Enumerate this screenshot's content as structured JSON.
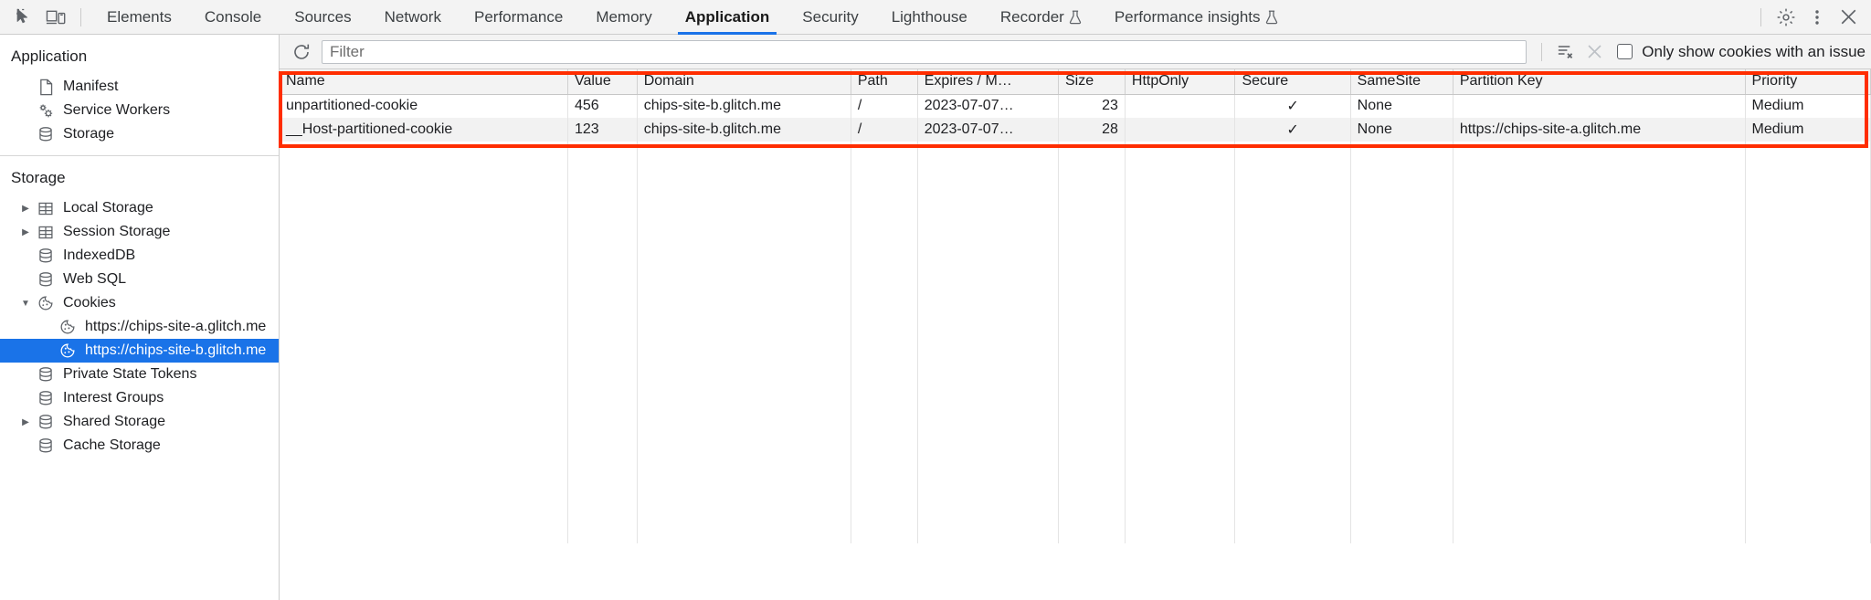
{
  "toolbar": {
    "inspect_icon": "inspect-element-icon",
    "device_icon": "device-toolbar-icon",
    "tabs": [
      {
        "label": "Elements",
        "active": false,
        "experimental": false
      },
      {
        "label": "Console",
        "active": false,
        "experimental": false
      },
      {
        "label": "Sources",
        "active": false,
        "experimental": false
      },
      {
        "label": "Network",
        "active": false,
        "experimental": false
      },
      {
        "label": "Performance",
        "active": false,
        "experimental": false
      },
      {
        "label": "Memory",
        "active": false,
        "experimental": false
      },
      {
        "label": "Application",
        "active": true,
        "experimental": false
      },
      {
        "label": "Security",
        "active": false,
        "experimental": false
      },
      {
        "label": "Lighthouse",
        "active": false,
        "experimental": false
      },
      {
        "label": "Recorder",
        "active": false,
        "experimental": true
      },
      {
        "label": "Performance insights",
        "active": false,
        "experimental": true
      }
    ],
    "settings_icon": "gear-icon",
    "more_icon": "kebab-menu-icon",
    "close_icon": "close-icon",
    "active_underline_color": "#1a73e8"
  },
  "sidebar": {
    "application": {
      "title": "Application",
      "items": [
        {
          "label": "Manifest",
          "icon": "document-icon"
        },
        {
          "label": "Service Workers",
          "icon": "gears-icon"
        },
        {
          "label": "Storage",
          "icon": "database-icon"
        }
      ]
    },
    "storage": {
      "title": "Storage",
      "items": [
        {
          "label": "Local Storage",
          "icon": "table-icon",
          "twisty": "collapsed",
          "indent": 1,
          "selected": false
        },
        {
          "label": "Session Storage",
          "icon": "table-icon",
          "twisty": "collapsed",
          "indent": 1,
          "selected": false
        },
        {
          "label": "IndexedDB",
          "icon": "database-icon",
          "twisty": "none",
          "indent": 1,
          "selected": false
        },
        {
          "label": "Web SQL",
          "icon": "database-icon",
          "twisty": "none",
          "indent": 1,
          "selected": false
        },
        {
          "label": "Cookies",
          "icon": "cookie-icon",
          "twisty": "expanded",
          "indent": 1,
          "selected": false
        },
        {
          "label": "https://chips-site-a.glitch.me",
          "icon": "cookie-icon",
          "twisty": "none",
          "indent": 2,
          "selected": false
        },
        {
          "label": "https://chips-site-b.glitch.me",
          "icon": "cookie-icon",
          "twisty": "none",
          "indent": 2,
          "selected": true
        },
        {
          "label": "Private State Tokens",
          "icon": "database-icon",
          "twisty": "none",
          "indent": 1,
          "selected": false
        },
        {
          "label": "Interest Groups",
          "icon": "database-icon",
          "twisty": "none",
          "indent": 1,
          "selected": false
        },
        {
          "label": "Shared Storage",
          "icon": "database-icon",
          "twisty": "collapsed",
          "indent": 1,
          "selected": false
        },
        {
          "label": "Cache Storage",
          "icon": "database-icon",
          "twisty": "none",
          "indent": 1,
          "selected": false
        }
      ],
      "selected_color": "#1a73e8"
    }
  },
  "filter_bar": {
    "refresh_icon": "refresh-icon",
    "filter_placeholder": "Filter",
    "filter_value": "",
    "clear_filtered_icon": "clear-filtered-cookies-icon",
    "clear_all_icon": "clear-all-cookies-icon",
    "issue_checkbox_label": "Only show cookies with an issue",
    "issue_checkbox_checked": false
  },
  "cookie_table": {
    "columns": [
      "Name",
      "Value",
      "Domain",
      "Path",
      "Expires / M…",
      "Size",
      "HttpOnly",
      "Secure",
      "SameSite",
      "Partition Key",
      "Priority"
    ],
    "rows": [
      {
        "Name": "unpartitioned-cookie",
        "Value": "456",
        "Domain": "chips-site-b.glitch.me",
        "Path": "/",
        "Expires": "2023-07-07…",
        "Size": "23",
        "HttpOnly": "",
        "Secure": "✓",
        "SameSite": "None",
        "PartitionKey": "",
        "Priority": "Medium"
      },
      {
        "Name": "__Host-partitioned-cookie",
        "Value": "123",
        "Domain": "chips-site-b.glitch.me",
        "Path": "/",
        "Expires": "2023-07-07…",
        "Size": "28",
        "HttpOnly": "",
        "Secure": "✓",
        "SameSite": "None",
        "PartitionKey": "https://chips-site-a.glitch.me",
        "Priority": "Medium"
      }
    ],
    "annotation_border_color": "#ff2d00"
  }
}
